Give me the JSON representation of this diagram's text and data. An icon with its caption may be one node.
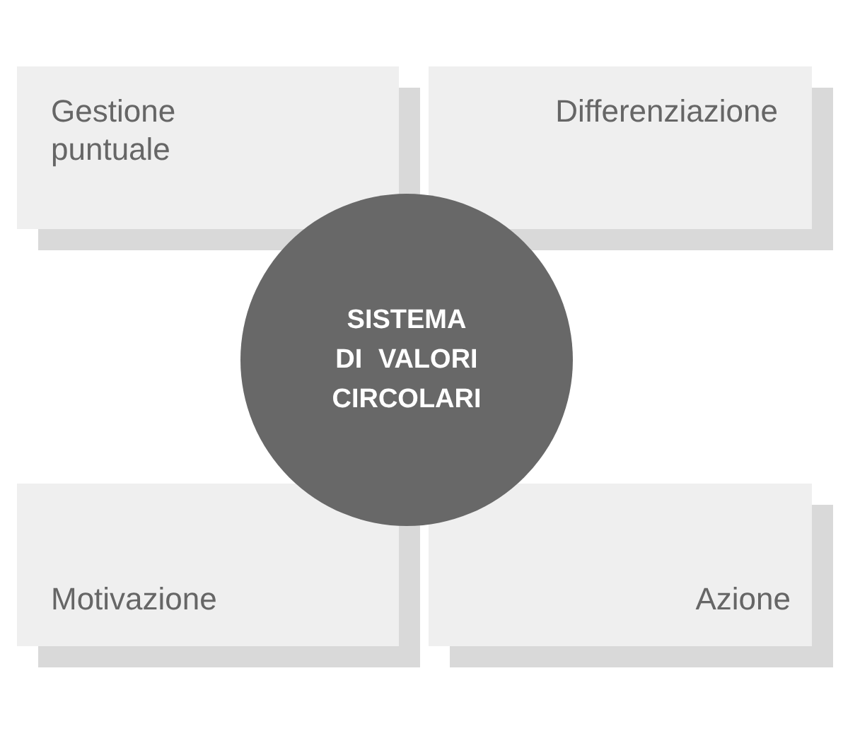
{
  "diagram": {
    "nodes": [
      {
        "text": [
          "Gestione puntuale"
        ]
      },
      {
        "text": [
          "Differenziazione"
        ]
      },
      {
        "text": [
          "SISTEMA DI VALORI CIRCOLARI"
        ]
      },
      {
        "text": [
          "Motivazione"
        ]
      },
      {
        "text": [
          "Azione"
        ]
      }
    ]
  }
}
